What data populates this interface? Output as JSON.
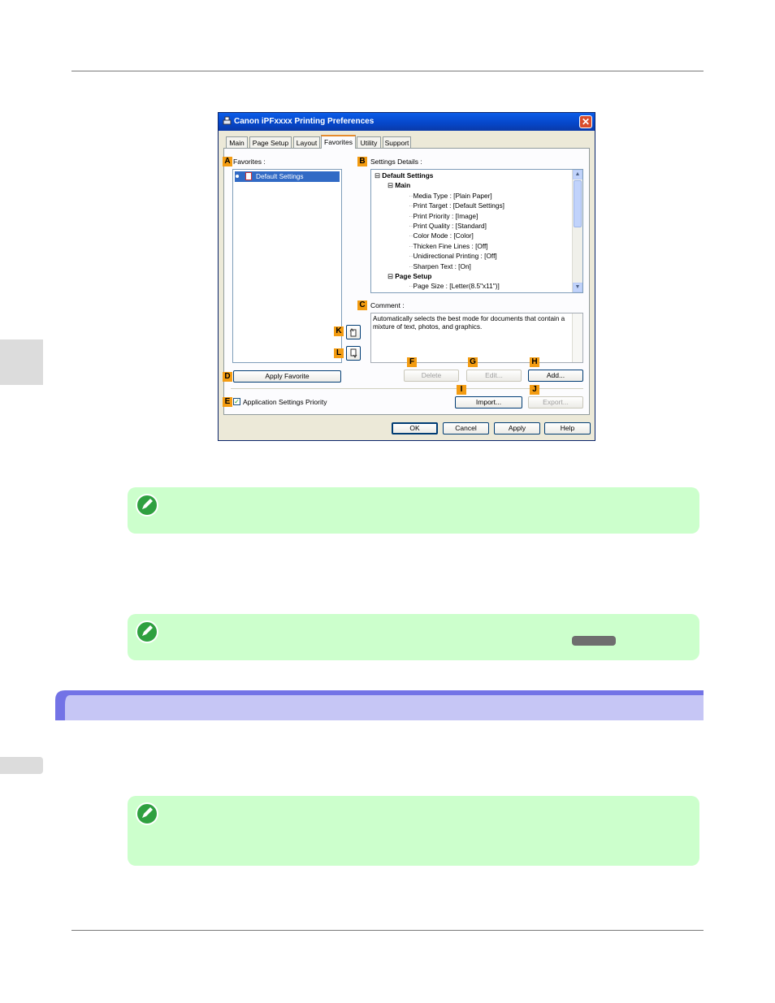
{
  "dialog": {
    "title": "Canon iPFxxxx Printing Preferences",
    "close_glyph": "✕",
    "tabs": [
      "Main",
      "Page Setup",
      "Layout",
      "Favorites",
      "Utility",
      "Support"
    ],
    "active_tab": "Favorites",
    "favorites_label": "Favorites :",
    "favorites_items": [
      "Default Settings"
    ],
    "settings_details_label": "Settings Details :",
    "settings_tree": [
      {
        "level": 0,
        "text": "Default Settings",
        "bold": true
      },
      {
        "level": 1,
        "text": "Main",
        "bold": true
      },
      {
        "level": 2,
        "text": "Media Type : [Plain Paper]"
      },
      {
        "level": 2,
        "text": "Print Target : [Default Settings]"
      },
      {
        "level": 2,
        "text": "Print Priority : [Image]"
      },
      {
        "level": 2,
        "text": "Print Quality : [Standard]"
      },
      {
        "level": 2,
        "text": "Color Mode : [Color]"
      },
      {
        "level": 2,
        "text": "Thicken Fine Lines : [Off]"
      },
      {
        "level": 2,
        "text": "Unidirectional Printing : [Off]"
      },
      {
        "level": 2,
        "text": "Sharpen Text : [On]"
      },
      {
        "level": 1,
        "text": "Page Setup",
        "bold": true
      },
      {
        "level": 2,
        "text": "Page Size : [Letter(8.5\"x11\")]"
      }
    ],
    "comment_label": "Comment :",
    "comment_text": "Automatically selects the best mode for documents that contain a mixture of text, photos, and graphics.",
    "apply_favorite": "Apply Favorite",
    "delete": "Delete",
    "edit": "Edit...",
    "add": "Add...",
    "import": "Import...",
    "export": "Export...",
    "app_settings_priority": "Application Settings Priority",
    "app_settings_priority_checked": true,
    "ok": "OK",
    "cancel": "Cancel",
    "apply": "Apply",
    "help": "Help",
    "badges": {
      "A": "A",
      "B": "B",
      "C": "C",
      "D": "D",
      "E": "E",
      "F": "F",
      "G": "G",
      "H": "H",
      "I": "I",
      "J": "J",
      "K": "K",
      "L": "L"
    }
  },
  "colors": {
    "accent_orange": "#f39c12",
    "note_bg": "#ccffcc",
    "section_bar": "#c6c6f5"
  }
}
